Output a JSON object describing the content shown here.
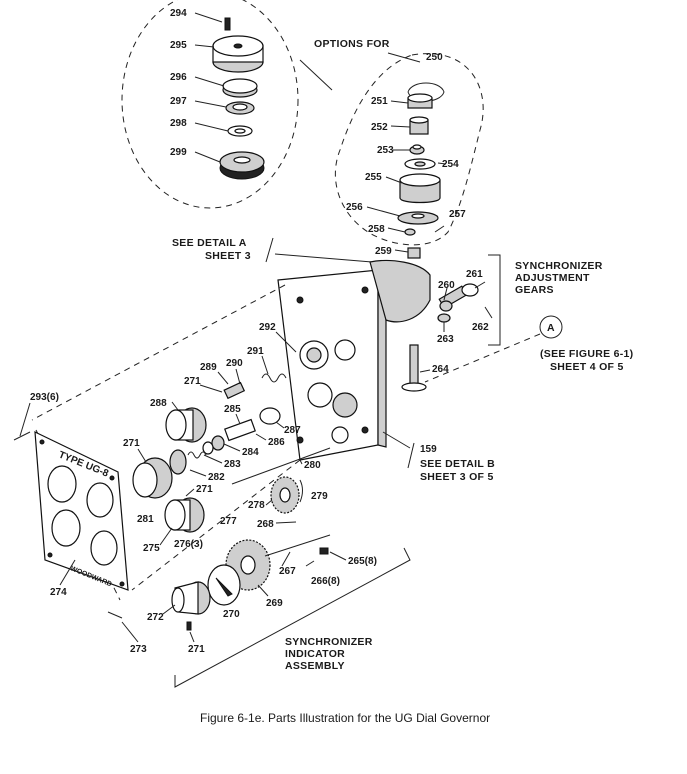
{
  "caption": "Figure 6-1e. Parts Illustration for the UG Dial Governor",
  "labels": {
    "options_for": "OPTIONS FOR",
    "see_detail_a_1": "SEE DETAIL A",
    "see_detail_a_2": "SHEET 3",
    "sync_adj_1": "SYNCHRONIZER",
    "sync_adj_2": "ADJUSTMENT",
    "sync_adj_3": "GEARS",
    "callout_a": "A",
    "see_fig_1": "(SEE FIGURE 6-1)",
    "see_fig_2": "SHEET 4 OF 5",
    "see_detail_b_1": "SEE DETAIL B",
    "see_detail_b_2": "SHEET 3 OF 5",
    "sync_ind_1": "SYNCHRONIZER",
    "sync_ind_2": "INDICATOR",
    "sync_ind_3": "ASSEMBLY",
    "plate_text": "TYPE UG-8",
    "plate_maker": "WOODWARD"
  },
  "parts": {
    "p294": "294",
    "p295": "295",
    "p296": "296",
    "p297": "297",
    "p298": "298",
    "p299": "299",
    "p250": "250",
    "p251": "251",
    "p252": "252",
    "p253": "253",
    "p254": "254",
    "p255": "255",
    "p256": "256",
    "p257": "257",
    "p258": "258",
    "p259": "259",
    "p260": "260",
    "p261": "261",
    "p262": "262",
    "p263": "263",
    "p264": "264",
    "p159": "159",
    "p292": "292",
    "p291": "291",
    "p290": "290",
    "p289": "289",
    "p271a": "271",
    "p288": "288",
    "p285": "285",
    "p287": "287",
    "p286": "286",
    "p284": "284",
    "p283": "283",
    "p282": "282",
    "p271b": "271",
    "p280": "280",
    "p279": "279",
    "p278": "278",
    "p271c": "271",
    "p281": "281",
    "p277": "277",
    "p268": "268",
    "p276": "276(3)",
    "p275": "275",
    "p293": "293(6)",
    "p265": "265(8)",
    "p266": "266(8)",
    "p267": "267",
    "p269": "269",
    "p270": "270",
    "p272": "272",
    "p273": "273",
    "p271d": "271",
    "p274": "274"
  }
}
